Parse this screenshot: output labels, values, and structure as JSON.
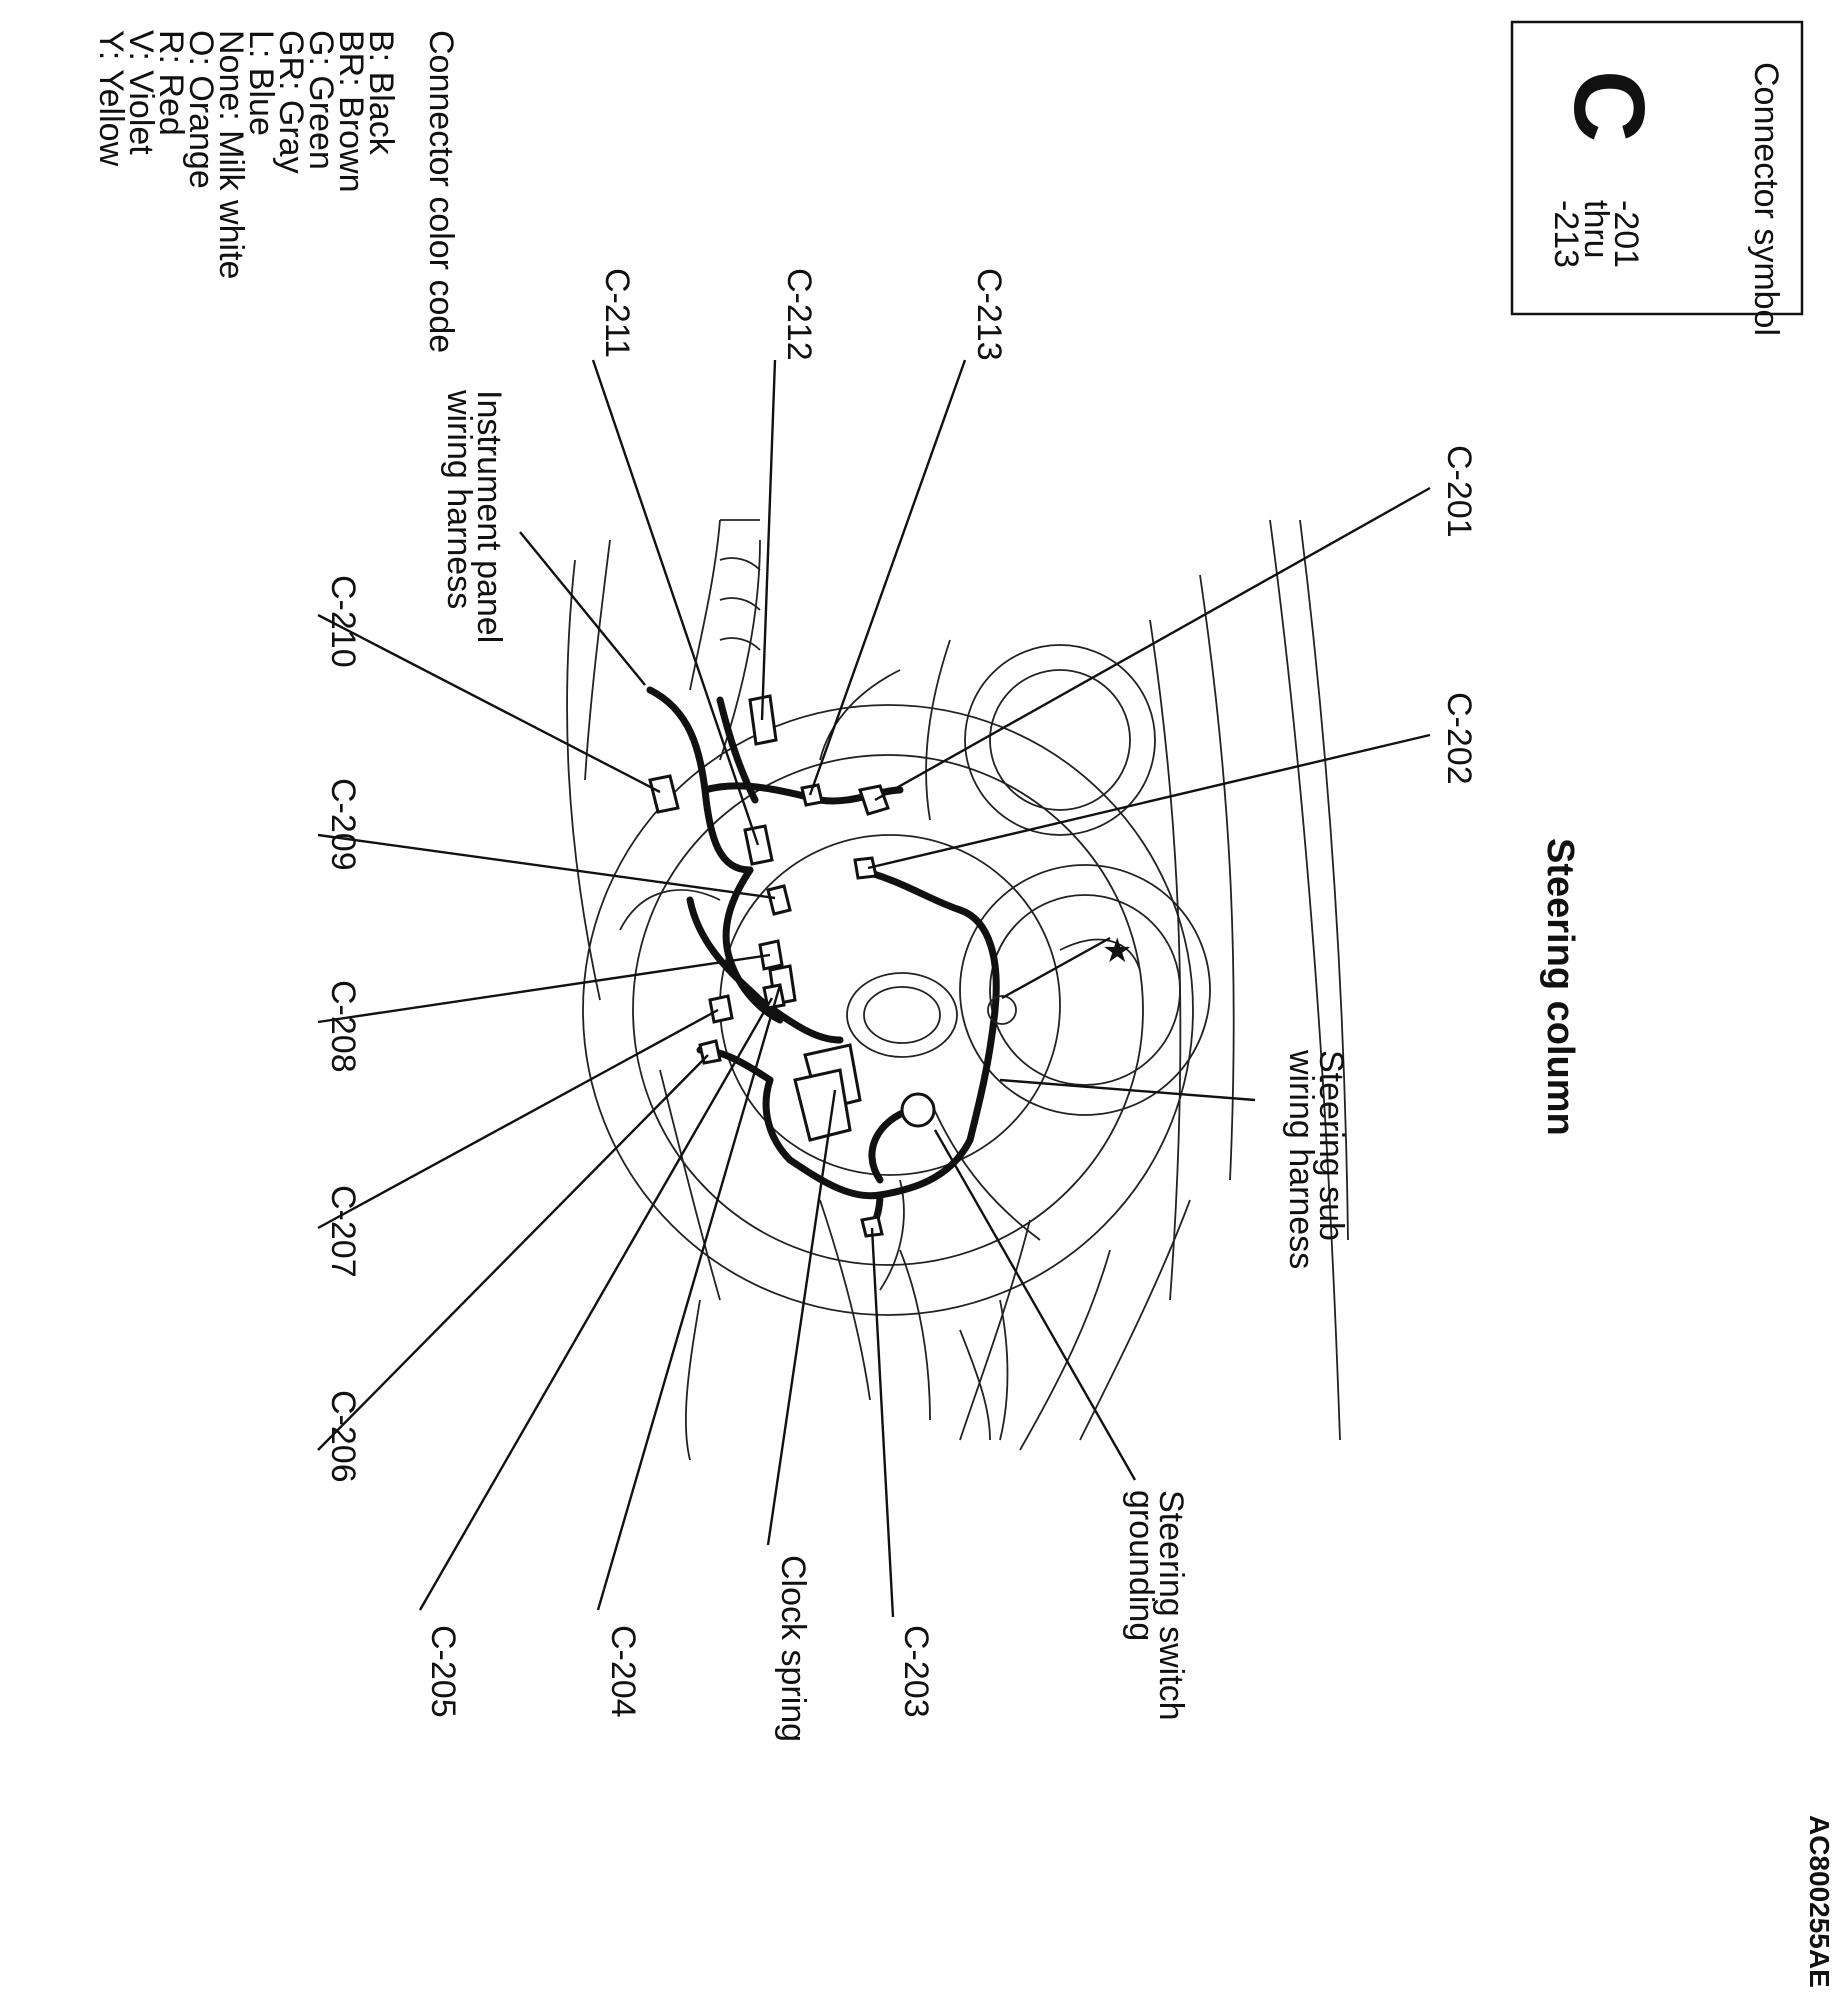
{
  "title": "Steering column",
  "connector_symbol_box": {
    "label": "Connector symbol",
    "letter": "C",
    "range": [
      "-201",
      "thru",
      "-213"
    ]
  },
  "color_code": {
    "heading": "Connector color code",
    "entries": [
      "B: Black",
      "BR: Brown",
      "G: Green",
      "GR: Gray",
      "L: Blue",
      "None: Milk white",
      "O: Orange",
      "R: Red",
      "V: Violet",
      "Y: Yellow"
    ]
  },
  "callouts": {
    "c201": "C-201",
    "c202": "C-202",
    "c203": "C-203",
    "c204": "C-204",
    "c205": "C-205",
    "c206": "C-206",
    "c207": "C-207",
    "c208": "C-208",
    "c209": "C-209",
    "c210": "C-210",
    "c211": "C-211",
    "c212": "C-212",
    "c213": "C-213",
    "steering_sub_harness": [
      "Steering sub",
      "wiring harness"
    ],
    "steering_switch_grounding": [
      "Steering switch",
      "grounding"
    ],
    "clock_spring": "Clock spring",
    "instrument_panel_harness": [
      "Instrument panel",
      "wiring harness"
    ]
  },
  "figure_code": "AC800255AE"
}
